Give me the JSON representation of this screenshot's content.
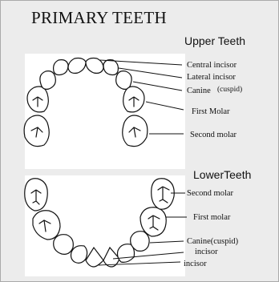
{
  "title": "PRIMARY TEETH",
  "upper": {
    "heading": "Upper Teeth",
    "labels": {
      "central_incisor": "Central incisor",
      "lateral_incisor": "Lateral incisor",
      "canine": "Canine",
      "canine_note": "(cuspid)",
      "first_molar": "First Molar",
      "second_molar": "Second molar"
    }
  },
  "lower": {
    "heading": "LowerTeeth",
    "labels": {
      "second_molar": "Second molar",
      "first_molar": "First molar",
      "canine": "Canine(cuspid)",
      "incisor_1": "incisor",
      "incisor_2": "incisor"
    }
  },
  "colors": {
    "panel": "#ececec",
    "line": "#111111",
    "tooth_fill": "#ffffff"
  }
}
